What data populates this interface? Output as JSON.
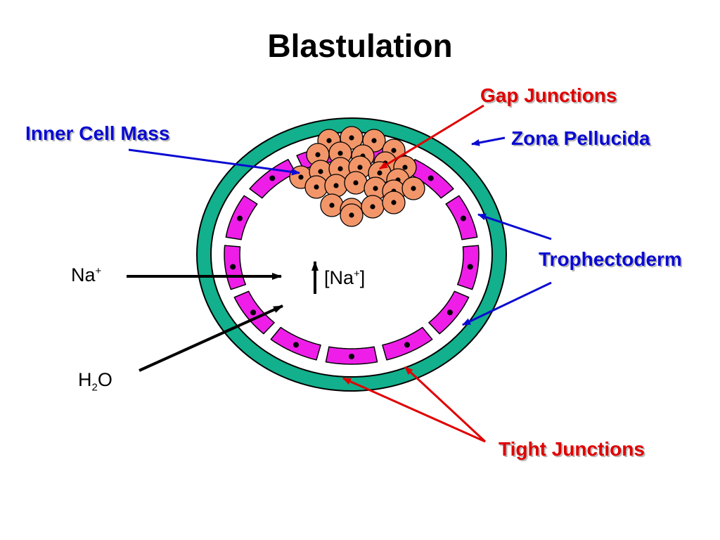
{
  "title": "Blastulation",
  "labels": {
    "inner_cell_mass": "Inner Cell Mass",
    "gap_junctions": "Gap Junctions",
    "zona_pellucida": "Zona Pellucida",
    "trophectoderm": "Trophectoderm",
    "tight_junctions": "Tight Junctions"
  },
  "ions": {
    "na_base": "Na",
    "na_charge": "+",
    "na_bracket_open": "[",
    "na_bracket_close": "]",
    "water_h": "H",
    "water_sub": "2",
    "water_o": "O"
  },
  "colors": {
    "zona": "#12b08c",
    "trophectoderm": "#ee1ee8",
    "icm_cell": "#f2966a",
    "blue_label": "#0a0ad2",
    "red_label": "#e00000"
  }
}
